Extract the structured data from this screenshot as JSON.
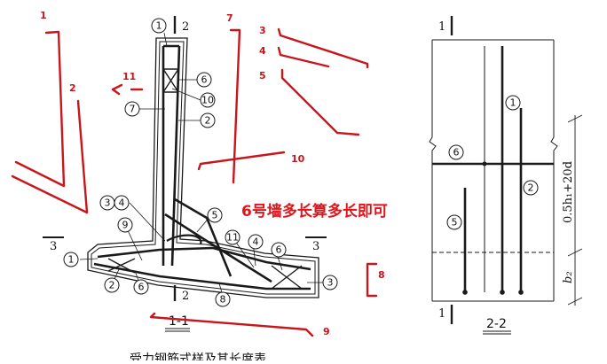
{
  "diagram": {
    "section_1_1": {
      "section_title": "1-1",
      "cut_marks": [
        "2",
        "2",
        "3",
        "3"
      ],
      "callouts": [
        "1",
        "6",
        "10",
        "7",
        "2",
        "3",
        "4",
        "5",
        "9",
        "1",
        "2",
        "6",
        "11",
        "4",
        "6",
        "3",
        "8"
      ]
    },
    "section_2_2": {
      "section_title": "2-2",
      "cut_marks": [
        "1",
        "1"
      ],
      "callouts": [
        "6",
        "1",
        "2",
        "5"
      ],
      "dim_upper": "0.5h₁+20d",
      "dim_lower": "b₂"
    },
    "red_marks": [
      "1",
      "2",
      "3",
      "4",
      "5",
      "7",
      "8",
      "9",
      "10",
      "11"
    ],
    "annotation": "6号墙多长算多长即可",
    "caption": "受力钢筋式样及其长度表",
    "colors": {
      "annotation_red": "#e0141b",
      "mark_red": "#c8161d",
      "ink": "#1a1a1a"
    }
  }
}
